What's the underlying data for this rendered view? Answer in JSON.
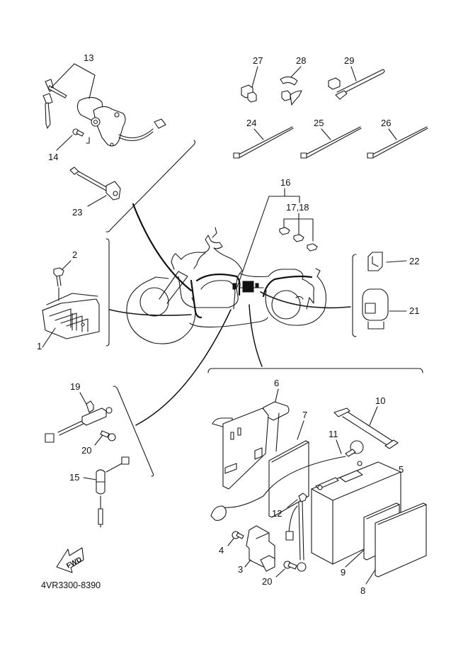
{
  "diagram": {
    "title": "Electrical parts exploded view",
    "diagram_code": "4VR3300-8390",
    "direction_marker": "FWD",
    "callouts": {
      "c1": "1",
      "c2": "2",
      "c3": "3",
      "c4": "4",
      "c5": "5",
      "c6": "6",
      "c7": "7",
      "c8": "8",
      "c9": "9",
      "c10": "10",
      "c11": "11",
      "c12": "12",
      "c13": "13",
      "c14": "14",
      "c15": "15",
      "c16": "16",
      "c17_18": "17,18",
      "c19": "19",
      "c20a": "20",
      "c20b": "20",
      "c21": "21",
      "c22": "22",
      "c23": "23",
      "c24": "24",
      "c25": "25",
      "c26": "26",
      "c27": "27",
      "c28": "28",
      "c29": "29"
    },
    "parts": [
      {
        "ref": "1",
        "name": "rectifier-regulator"
      },
      {
        "ref": "2",
        "name": "bolt"
      },
      {
        "ref": "3",
        "name": "starter-relay"
      },
      {
        "ref": "4",
        "name": "screw"
      },
      {
        "ref": "5",
        "name": "battery"
      },
      {
        "ref": "6",
        "name": "battery-bracket"
      },
      {
        "ref": "7",
        "name": "pad"
      },
      {
        "ref": "8",
        "name": "pad"
      },
      {
        "ref": "9",
        "name": "pad"
      },
      {
        "ref": "10",
        "name": "battery-band"
      },
      {
        "ref": "11",
        "name": "starter-motor-lead"
      },
      {
        "ref": "12",
        "name": "negative-lead"
      },
      {
        "ref": "13",
        "name": "main-switch-and-keys"
      },
      {
        "ref": "14",
        "name": "screw"
      },
      {
        "ref": "15",
        "name": "rear-brake-switch"
      },
      {
        "ref": "16",
        "name": "wire-harness"
      },
      {
        "ref": "17,18",
        "name": "fuses"
      },
      {
        "ref": "19",
        "name": "neutral-switch"
      },
      {
        "ref": "20",
        "name": "screw"
      },
      {
        "ref": "21",
        "name": "flasher-relay"
      },
      {
        "ref": "22",
        "name": "relay"
      },
      {
        "ref": "23",
        "name": "starter-switch"
      },
      {
        "ref": "24",
        "name": "cable-tie"
      },
      {
        "ref": "25",
        "name": "cable-tie"
      },
      {
        "ref": "26",
        "name": "cable-tie"
      },
      {
        "ref": "27",
        "name": "clamp"
      },
      {
        "ref": "28",
        "name": "clamp"
      },
      {
        "ref": "29",
        "name": "band-clamp"
      }
    ]
  }
}
